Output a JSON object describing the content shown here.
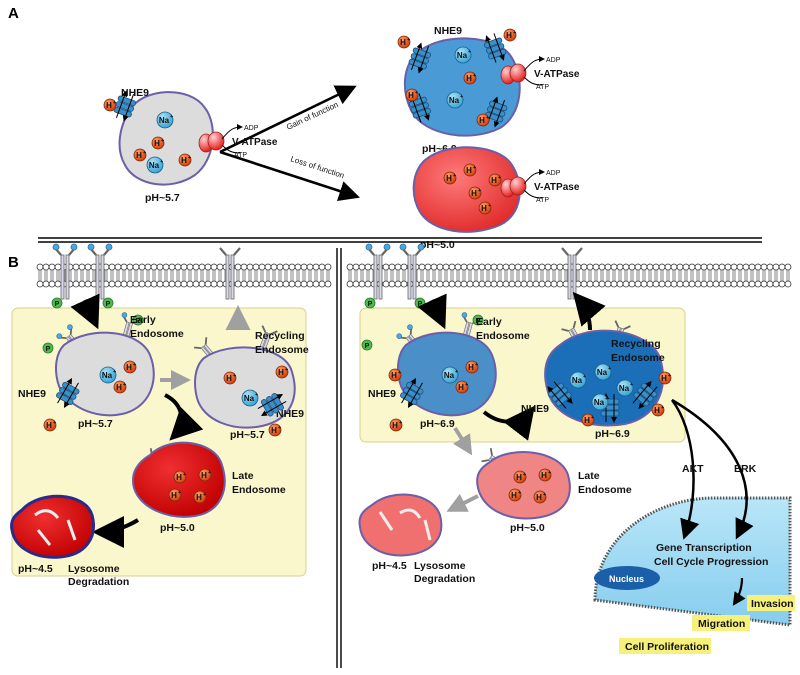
{
  "panel_a": {
    "label": "A",
    "nhe9": "NHE9",
    "vatpase": "V-ATPase",
    "adp": "ADP",
    "atp": "ATP",
    "ph_normal": "pH~5.7",
    "ph_gain": "pH~6.9",
    "ph_loss": "pH~5.0",
    "gain_of_function": "Gain of function",
    "loss_of_function": "Loss of function",
    "h_ion": "H",
    "na_ion": "Na",
    "plus": "+"
  },
  "panel_b": {
    "label": "B",
    "p_label": "P",
    "left": {
      "early_endosome": [
        "Early",
        "Endosome"
      ],
      "recycling_endosome": [
        "Recycling",
        "Endosome"
      ],
      "late_endosome": [
        "Late",
        "Endosome"
      ],
      "lysosome": [
        "Lysosome",
        "Degradation"
      ],
      "nhe9": "NHE9",
      "ph_early": "pH~5.7",
      "ph_recycling": "pH~5.7",
      "ph_late": "pH~5.0",
      "ph_lysosome": "pH~4.5"
    },
    "right": {
      "early_endosome": [
        "Early",
        "Endosome"
      ],
      "recycling_endosome": [
        "Recycling",
        "Endosome"
      ],
      "late_endosome": [
        "Late",
        "Endosome"
      ],
      "lysosome": [
        "Lysosome",
        "Degradation"
      ],
      "nhe9_early": "NHE9",
      "nhe9_recycling": "NHE9",
      "ph_early": "pH~6.9",
      "ph_recycling": "pH~6.9",
      "ph_late": "pH~5.0",
      "ph_lysosome": "pH~4.5",
      "akt": "AKT",
      "erk": "ERK",
      "gene_transcription": "Gene Transcription",
      "cell_cycle": "Cell Cycle Progression",
      "nucleus": "Nucleus",
      "invasion": "Invasion",
      "migration": "Migration",
      "cell_proliferation": "Cell Proliferation"
    }
  },
  "colors": {
    "vesicle_gray": "#dcdcdc",
    "vesicle_blue": "#4a9ad6",
    "vesicle_red": "#f04040",
    "dark_blue": "#1a6fb8",
    "cytoplasm": "#fbf7cc",
    "nucleus": "#9fd8f2",
    "h_ion": "#e0541e",
    "na_ion": "#5bbbe2",
    "highlight": "#f7f07a"
  }
}
